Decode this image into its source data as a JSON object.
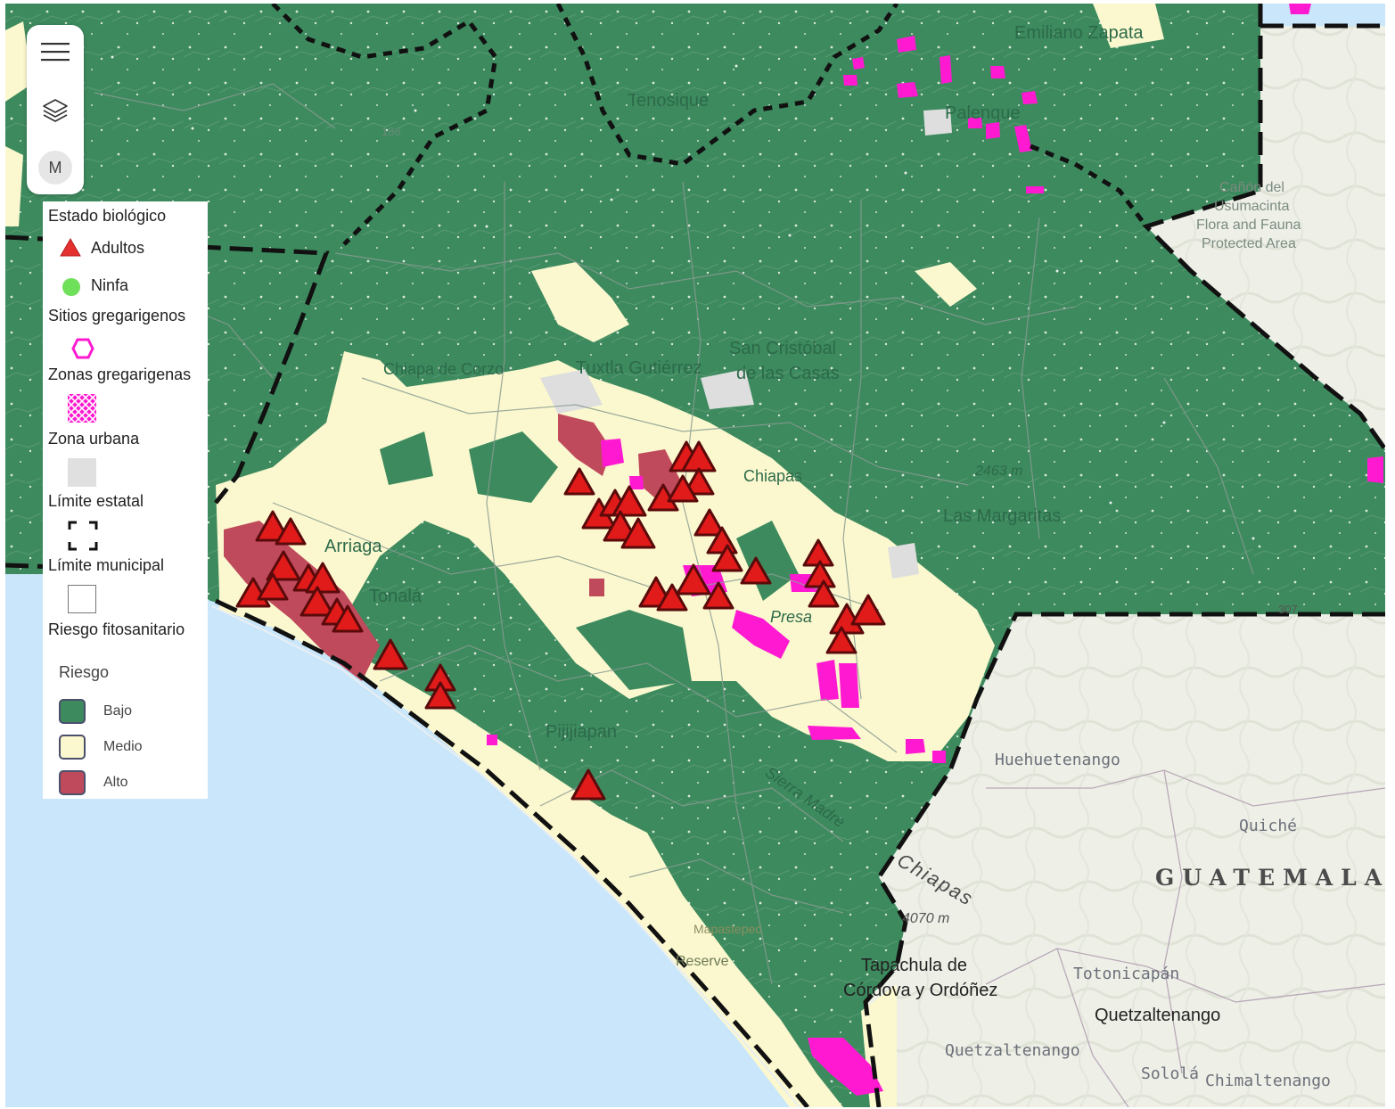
{
  "toolbar": {
    "menu_icon": "hamburger-menu-icon",
    "layers_icon": "layers-icon",
    "avatar_initial": "M"
  },
  "legend": {
    "sections": {
      "estado_biologico": "Estado biológico",
      "sitios": "Sitios gregarigenos",
      "zonas": "Zonas gregarigenas",
      "urbana": "Zona urbana",
      "estatal": "Límite estatal",
      "municipal": "Límite municipal",
      "riesgo_fito": "Riesgo fitosanitario"
    },
    "items": {
      "adultos": "Adultos",
      "ninfa": "Ninfa"
    },
    "riesgo": {
      "label": "Riesgo",
      "levels": [
        {
          "label": "Bajo",
          "color": "#3d8a5e"
        },
        {
          "label": "Medio",
          "color": "#fbf8cf"
        },
        {
          "label": "Alto",
          "color": "#bf4a5c"
        }
      ]
    },
    "colors": {
      "adultos": "#e53030",
      "ninfa": "#6fe05a",
      "sitios": "#ff1ad1",
      "zonas": "#ff1ad1",
      "urbana": "#e0e0e0"
    }
  },
  "places": [
    {
      "id": "emiliano-zapata",
      "text": "Emiliano Zapata"
    },
    {
      "id": "tenosique",
      "text": "Tenosique"
    },
    {
      "id": "palenque",
      "text": "Palenque"
    },
    {
      "id": "canon-1",
      "text": "Cañón del"
    },
    {
      "id": "canon-2",
      "text": "Usumacinta"
    },
    {
      "id": "canon-3",
      "text": "Flora and Fauna"
    },
    {
      "id": "canon-4",
      "text": "Protected Area"
    },
    {
      "id": "san-cristobal-1",
      "text": "San Cristóbal"
    },
    {
      "id": "san-cristobal-2",
      "text": "de las Casas"
    },
    {
      "id": "tuxtla",
      "text": "Tuxtla Gutiérrez"
    },
    {
      "id": "chiapa",
      "text": "Chiapa de Corzo"
    },
    {
      "id": "chiapas-mid",
      "text": "Chiapas"
    },
    {
      "id": "elev-2463",
      "text": "2463 m"
    },
    {
      "id": "las-margaritas",
      "text": "Las Margaritas"
    },
    {
      "id": "arriaga",
      "text": "Arriaga"
    },
    {
      "id": "tonala",
      "text": "Tonalá"
    },
    {
      "id": "presa",
      "text": "Presa"
    },
    {
      "id": "pijijiapan",
      "text": "Pijijiapan"
    },
    {
      "id": "sierra-madre",
      "text": "Sierra Madre"
    },
    {
      "id": "huehuetenango",
      "text": "Huehuetenango"
    },
    {
      "id": "quiche",
      "text": "Quiché"
    },
    {
      "id": "guatemala",
      "text": "GUATEMALA"
    },
    {
      "id": "chiapas-label",
      "text": "Chiapas"
    },
    {
      "id": "elev-4070",
      "text": "4070 m"
    },
    {
      "id": "tapachula-1",
      "text": "Tapachula de"
    },
    {
      "id": "tapachula-2",
      "text": "Córdova y Ordóñez"
    },
    {
      "id": "totonicapan",
      "text": "Totonicapán"
    },
    {
      "id": "quetzal-city",
      "text": "Quetzaltenango"
    },
    {
      "id": "quetzal-dept",
      "text": "Quetzaltenango"
    },
    {
      "id": "solola",
      "text": "Sololá"
    },
    {
      "id": "chimaltenango",
      "text": "Chimaltenango"
    },
    {
      "id": "mapastepec",
      "text": "Mapastepec"
    },
    {
      "id": "route-307",
      "text": "307"
    },
    {
      "id": "route-186",
      "text": "186"
    },
    {
      "id": "reserve",
      "text": "Reserve"
    }
  ]
}
